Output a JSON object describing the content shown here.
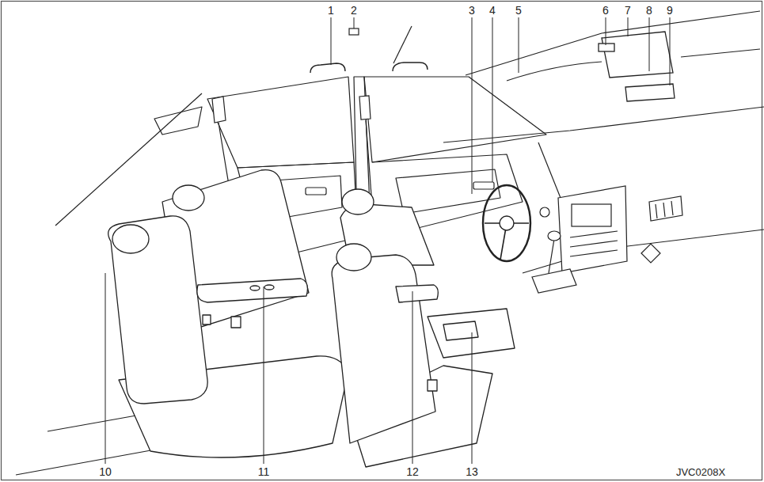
{
  "diagram": {
    "labels": [
      "1",
      "2",
      "3",
      "4",
      "5",
      "6",
      "7",
      "8",
      "9",
      "10",
      "11",
      "12",
      "13",
      "JVC0208X"
    ]
  }
}
